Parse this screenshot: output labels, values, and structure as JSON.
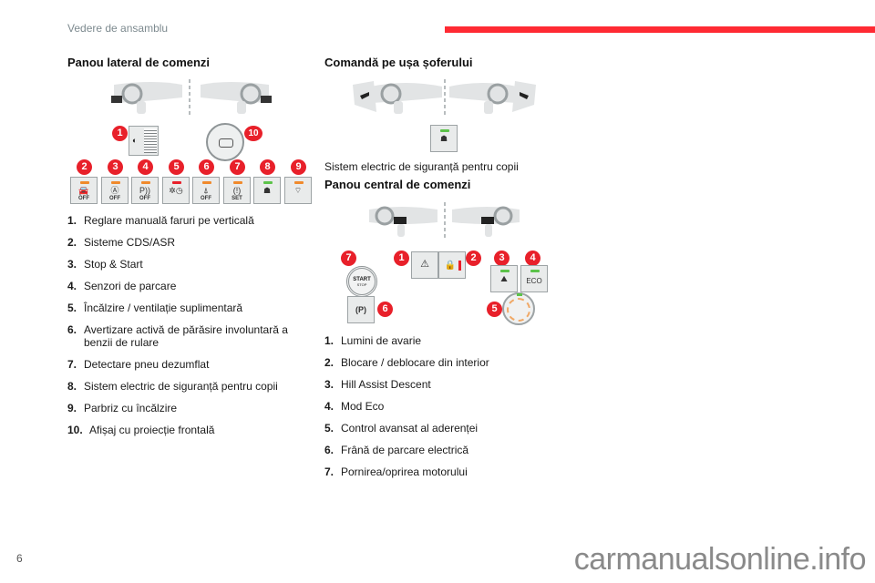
{
  "header": {
    "section": "Vedere de ansamblu",
    "accent_color": "#ff2a33"
  },
  "left": {
    "title": "Panou lateral de comenzi",
    "buttons": [
      {
        "n": "2",
        "glyph": "🚘",
        "sub": "OFF",
        "led": "#f08a2c"
      },
      {
        "n": "3",
        "glyph": "Ⓐ",
        "sub": "OFF",
        "led": "#f08a2c"
      },
      {
        "n": "4",
        "glyph": "P))",
        "sub": "OFF",
        "led": "#f08a2c"
      },
      {
        "n": "5",
        "glyph": "✲◷",
        "sub": "",
        "led": "#e8202a"
      },
      {
        "n": "6",
        "glyph": "⍋",
        "sub": "OFF",
        "led": "#f08a2c"
      },
      {
        "n": "7",
        "glyph": "(!)",
        "sub": "SET",
        "led": "#f08a2c"
      },
      {
        "n": "8",
        "glyph": "☗",
        "sub": "",
        "led": "#5cc34a"
      },
      {
        "n": "9",
        "glyph": "⌔",
        "sub": "",
        "led": "#f08a2c"
      }
    ],
    "badge1": "1",
    "badge10": "10",
    "items": [
      {
        "n": "1.",
        "text": "Reglare manuală faruri pe verticală"
      },
      {
        "n": "2.",
        "text": "Sisteme CDS/ASR"
      },
      {
        "n": "3.",
        "text": "Stop & Start"
      },
      {
        "n": "4.",
        "text": "Senzori de parcare"
      },
      {
        "n": "5.",
        "text": "Încălzire / ventilație suplimentară"
      },
      {
        "n": "6.",
        "text": "Avertizare activă de părăsire involuntară a benzii de rulare"
      },
      {
        "n": "7.",
        "text": "Detectare pneu dezumflat"
      },
      {
        "n": "8.",
        "text": "Sistem electric de siguranță pentru copii"
      },
      {
        "n": "9.",
        "text": "Parbriz cu încălzire"
      },
      {
        "n": "10.",
        "text": "Afișaj cu proiecție frontală"
      }
    ]
  },
  "right": {
    "door_title": "Comandă pe ușa șoferului",
    "door_caption": "Sistem electric de siguranță pentru copii",
    "central_title": "Panou central de comenzi",
    "central_buttons": {
      "hazard": "⚠",
      "lock": "🔒",
      "hill": "⛰",
      "eco": "ECO",
      "start": "START",
      "stop": "STOP",
      "parking": "(P)"
    },
    "badges": [
      "1",
      "2",
      "3",
      "4",
      "5",
      "6",
      "7"
    ],
    "items": [
      {
        "n": "1.",
        "text": "Lumini de avarie"
      },
      {
        "n": "2.",
        "text": "Blocare / deblocare din interior"
      },
      {
        "n": "3.",
        "text": "Hill Assist Descent"
      },
      {
        "n": "4.",
        "text": "Mod Eco"
      },
      {
        "n": "5.",
        "text": "Control avansat al aderenței"
      },
      {
        "n": "6.",
        "text": "Frână de parcare electrică"
      },
      {
        "n": "7.",
        "text": "Pornirea/oprirea motorului"
      }
    ]
  },
  "footer": {
    "page": "6",
    "watermark": "carmanualsonline.info"
  }
}
